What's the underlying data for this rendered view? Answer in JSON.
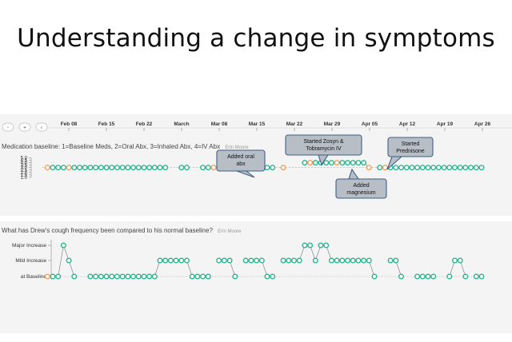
{
  "slide_title": "Understanding a change in symptoms",
  "controls": [
    "-",
    "+",
    "‹"
  ],
  "timeline": {
    "dates": [
      "Feb 08",
      "Feb 15",
      "Feb 22",
      "March",
      "Mar 08",
      "Mar 15",
      "Mar 22",
      "Mar 29",
      "Apr 05",
      "Apr 12",
      "Apr 19",
      "Apr 26"
    ]
  },
  "colors": {
    "teal": "#2bb58f",
    "orange": "#f0a058",
    "fill": "#ffffff",
    "callout": "#b7bec6",
    "callout_border": "#3f5f86"
  },
  "chart_data": [
    {
      "type": "scatter",
      "title": "Medication baseline: 1=Baseline Meds, 2=Oral Abx, 3=Inhaled Abx, 4=IV Abx",
      "author": "Erin Moore",
      "y_ticks": [
        "5.0",
        "4.5",
        "4.0",
        "3.5",
        "3.0",
        "2.5",
        "2.0",
        "1.5",
        "1.0"
      ],
      "ylim": [
        1,
        5
      ],
      "x_range_days": [
        -2,
        80
      ],
      "annotations": [
        {
          "label": "Added oral abx",
          "x": 37,
          "y": 3
        },
        {
          "label": "Started Zosyn & Tobramycin IV",
          "x": 47,
          "y": 4
        },
        {
          "label": "Added magnesium",
          "x": 53,
          "y": 3
        },
        {
          "label": "Started Prednisone",
          "x": 59,
          "y": 3
        }
      ]
    },
    {
      "type": "scatter",
      "title": "What has Drew's cough frequency been compared to his normal baseline?",
      "author": "Erin Moore",
      "categories": [
        "Major Increase",
        "Mild Increase",
        "at Baseline"
      ],
      "x_range_days": [
        -2,
        80
      ]
    }
  ]
}
